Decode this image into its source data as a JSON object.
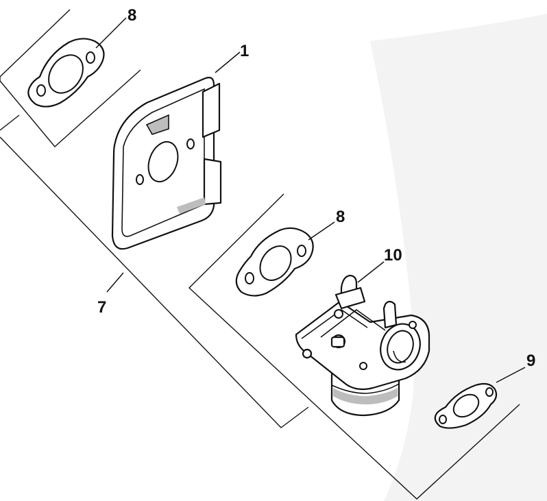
{
  "diagram": {
    "callouts": {
      "gasket_top": "8",
      "spacer": "1",
      "kit": "7",
      "gasket_mid": "8",
      "carburetor": "10",
      "gasket_bottom": "9"
    }
  }
}
